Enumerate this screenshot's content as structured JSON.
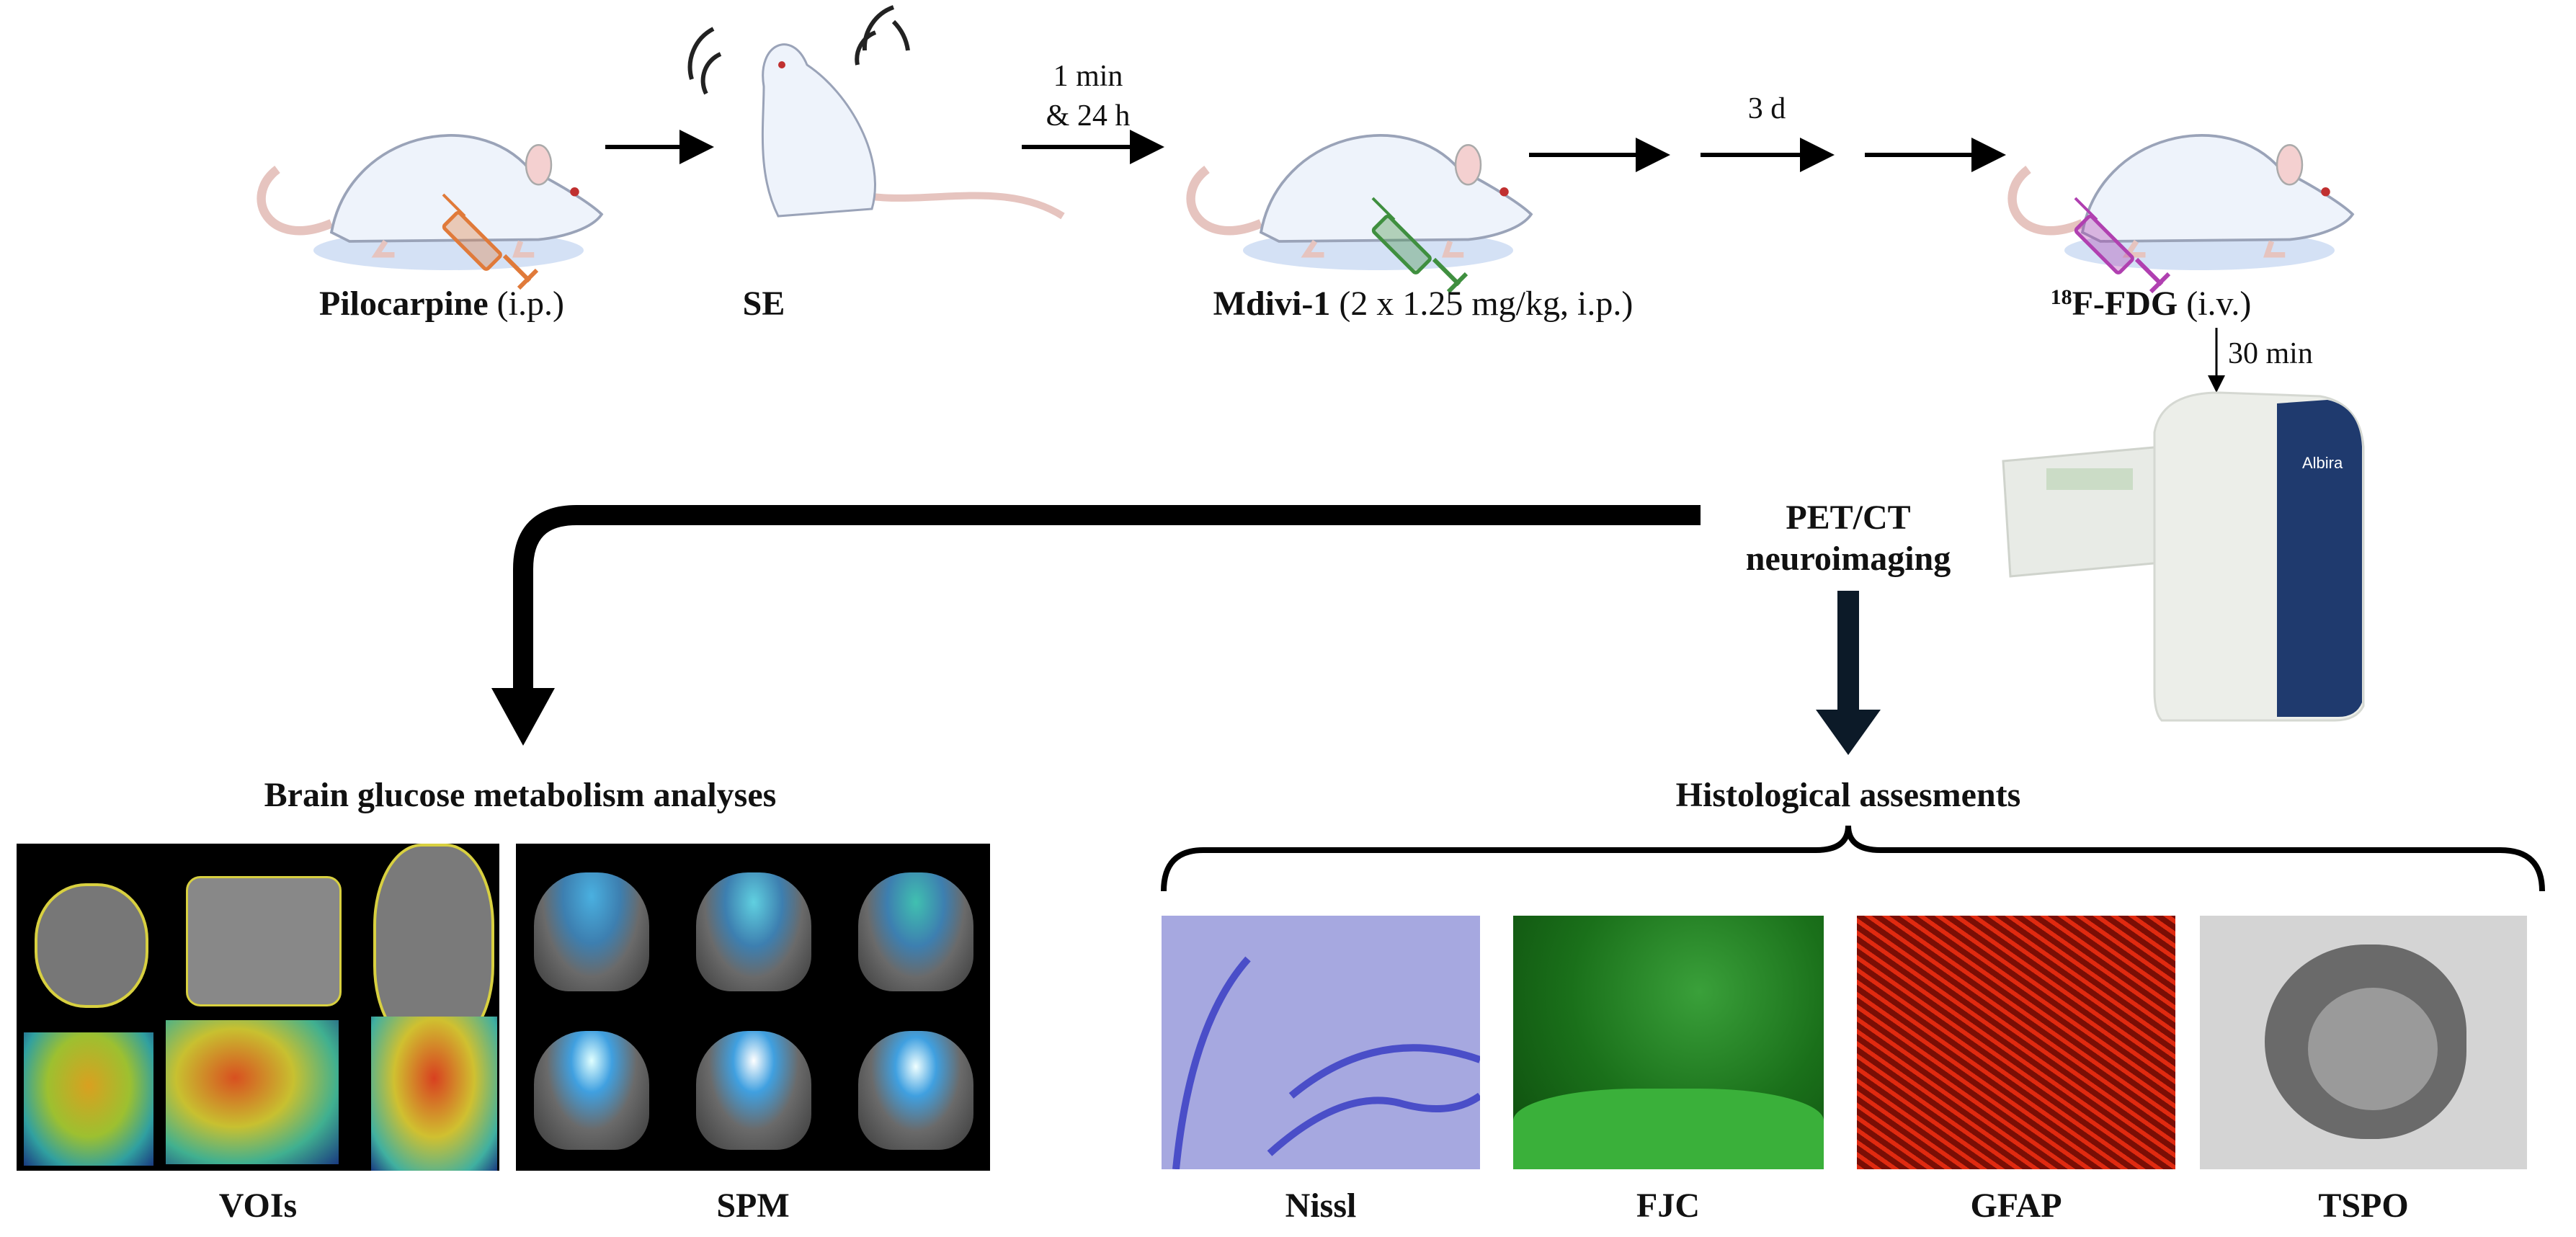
{
  "timeline": {
    "step1": {
      "name": "Pilocarpine",
      "route": "(i.p.)"
    },
    "step2": {
      "name": "SE"
    },
    "interval1": {
      "line1": "1 min",
      "line2": "& 24 h"
    },
    "step3": {
      "name": "Mdivi-1",
      "dose": "(2 x 1.25 mg/kg, i.p.)"
    },
    "interval2": "3 d",
    "step4": {
      "isotope": "18",
      "name": "F-FDG",
      "route": "(i.v.)"
    },
    "interval3": "30 min"
  },
  "imaging": {
    "line1": "PET/CT",
    "line2": "neuroimaging",
    "scanner_logo": "Albira"
  },
  "brain_analysis": {
    "title": "Brain glucose metabolism analyses",
    "panels": [
      "VOIs",
      "SPM"
    ]
  },
  "histology": {
    "title": "Histological assesments",
    "panels": [
      "Nissl",
      "FJC",
      "GFAP",
      "TSPO"
    ]
  },
  "colors": {
    "pilocarpine_syringe": "#e07a3a",
    "mdivi_syringe": "#3f8f3f",
    "fdg_syringe": "#b040b0",
    "scanner_blue": "#1f3a6e",
    "nissl": "#8a8fd8",
    "fjc": "#1f8a1f",
    "gfap": "#d42010",
    "tspo": "#cfcfcf"
  }
}
